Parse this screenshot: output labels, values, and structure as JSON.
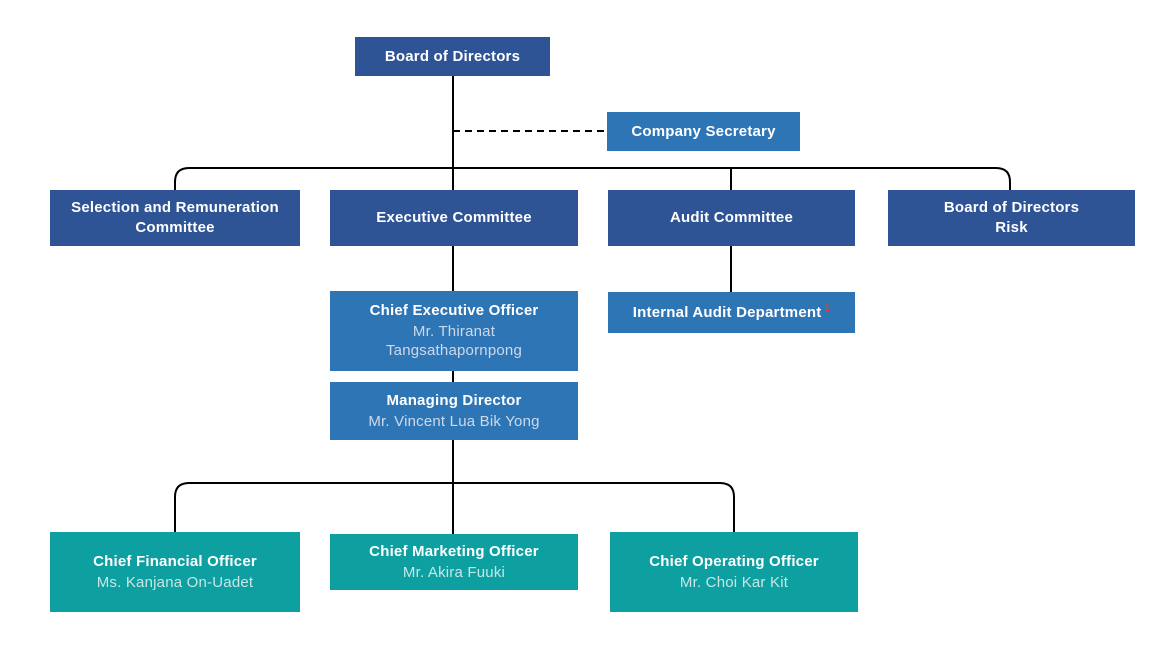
{
  "colors": {
    "dark_blue": "#2F5496",
    "medium_blue": "#2E75B6",
    "teal": "#0E9FA1",
    "connector": "#000000",
    "title_text": "#FFFFFF",
    "name_text_blue": "#CDD9EA",
    "name_text_teal": "#C6E7E6",
    "superscript_red": "#E8392F",
    "background": "#FFFFFF"
  },
  "nodes": {
    "board": {
      "title": "Board of Directors"
    },
    "company_secretary": {
      "title": "Company Secretary"
    },
    "selection_remuneration": {
      "title_line1": "Selection and Remuneration",
      "title_line2": "Committee"
    },
    "executive_committee": {
      "title": "Executive Committee"
    },
    "audit_committee": {
      "title": "Audit Committee"
    },
    "board_risk": {
      "title_line1": "Board of Directors",
      "title_line2": "Risk"
    },
    "ceo": {
      "title": "Chief Executive Officer",
      "name": "Mr. Thiranat Tangsathapornpong"
    },
    "internal_audit": {
      "title": "Internal Audit Department",
      "superscript": "1"
    },
    "managing_director": {
      "title": "Managing Director",
      "name": "Mr. Vincent Lua Bik Yong"
    },
    "cfo": {
      "title": "Chief Financial Officer",
      "name": "Ms. Kanjana On-Uadet"
    },
    "cmo": {
      "title": "Chief Marketing Officer",
      "name": "Mr. Akira Fuuki"
    },
    "coo": {
      "title": "Chief Operating Officer",
      "name": "Mr. Choi Kar Kit"
    }
  }
}
